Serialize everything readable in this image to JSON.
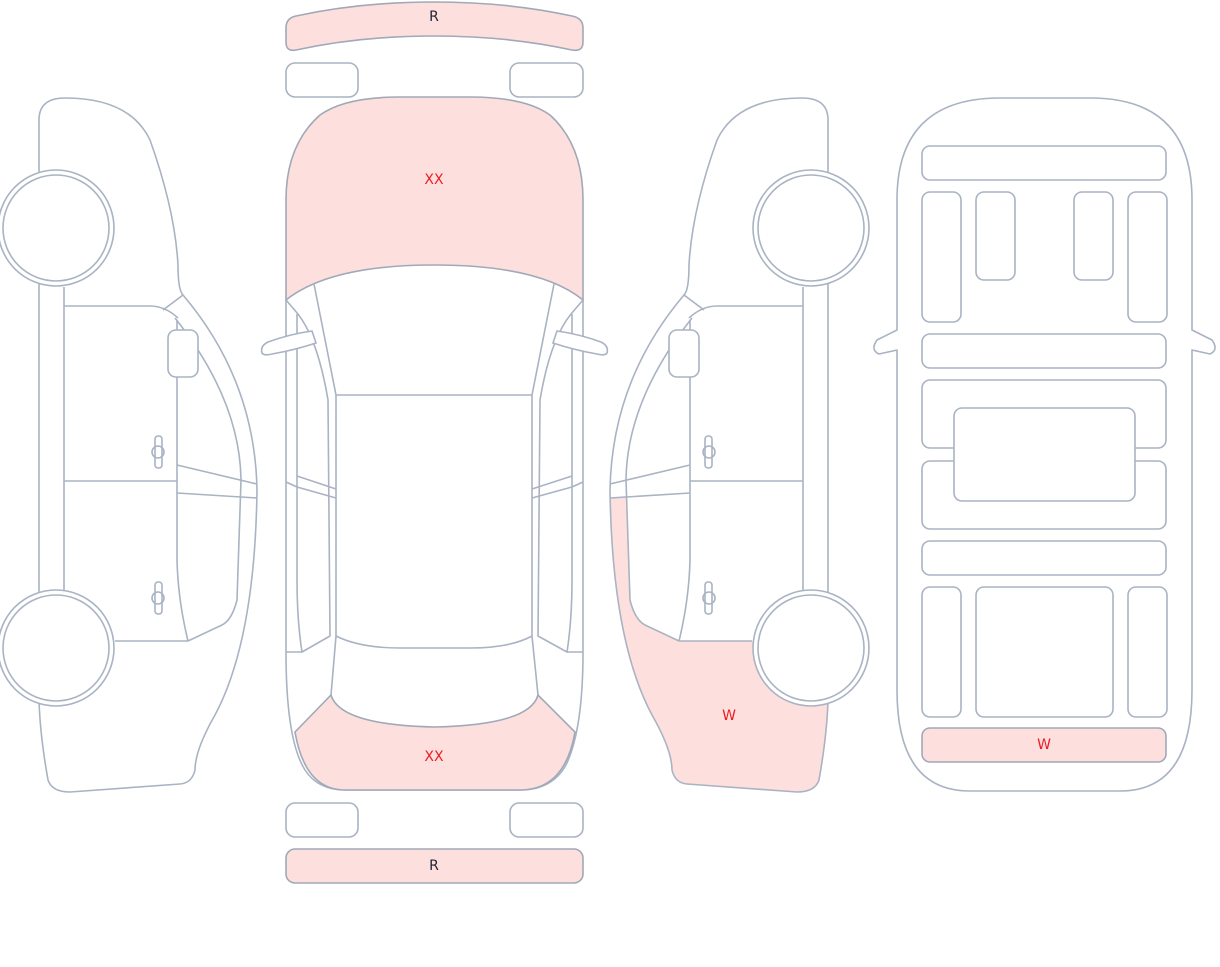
{
  "diagram": {
    "title_hidden": null,
    "colors": {
      "damaged_fill": "#fde0dd",
      "outline": "#a9b3c3",
      "damage_text": "#ee1b24",
      "code_text": "#1e2435"
    },
    "labels": {
      "front_bumper": "R",
      "hood": "XX",
      "trunk": "XX",
      "rear_bumper": "R",
      "right_side_rear": "W",
      "interior_rear_row": "W"
    }
  }
}
